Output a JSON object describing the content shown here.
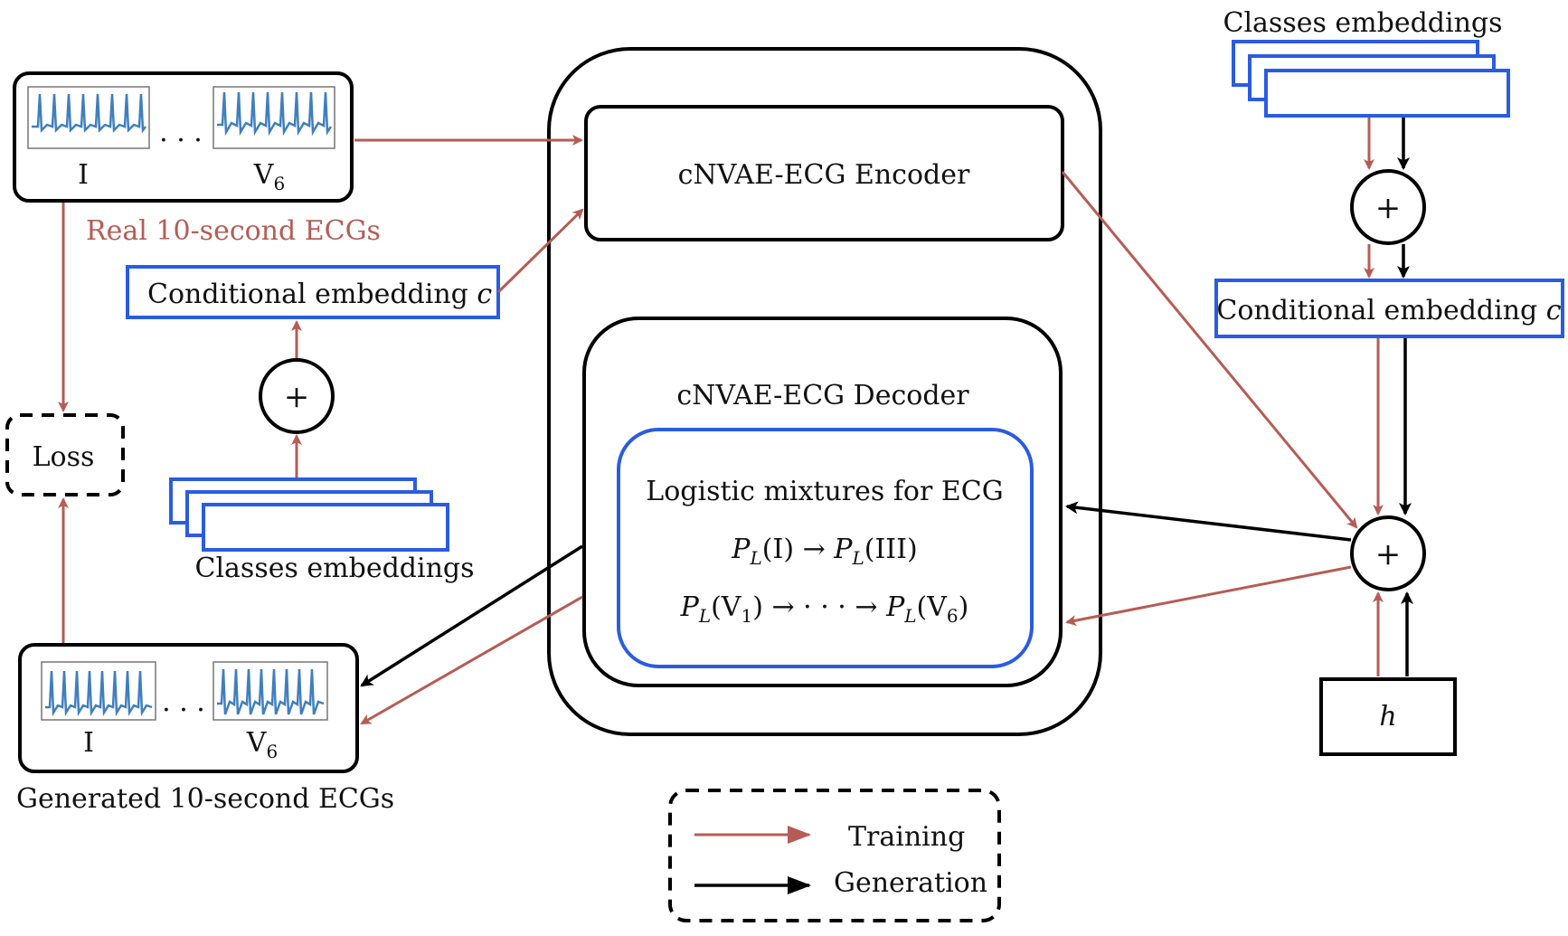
{
  "colors": {
    "training": "#b55c55",
    "generation": "#000000",
    "embedding_border": "#2b5be0",
    "ecg_trace": "#3f7fbf"
  },
  "left": {
    "real_ecgs": {
      "lead_first": "I",
      "ellipsis": "· · ·",
      "lead_last_base": "V",
      "lead_last_sub": "6",
      "caption": "Real 10-second ECGs"
    },
    "conditional_embedding": {
      "text": "Conditional embedding",
      "var": "c"
    },
    "plus": "+",
    "classes_embeddings": "Classes embeddings",
    "loss": "Loss",
    "generated_ecgs": {
      "lead_first": "I",
      "ellipsis": "· · ·",
      "lead_last_base": "V",
      "lead_last_sub": "6",
      "caption": "Generated 10-second ECGs"
    }
  },
  "center": {
    "encoder": "cNVAE-ECG Encoder",
    "decoder": "cNVAE-ECG Decoder",
    "mixtures": {
      "title": "Logistic mixtures for ECG",
      "line1": {
        "p": "P",
        "sub": "L",
        "lhs_arg": "(I)",
        "arrow": "→",
        "rhs_arg": "(III)"
      },
      "line2": {
        "p": "P",
        "sub": "L",
        "lhs_open": "(V",
        "lhs_sub": "1",
        "lhs_close": ")",
        "arrow": "→",
        "dots": "· · ·",
        "rhs_open": "(V",
        "rhs_sub": "6",
        "rhs_close": ")"
      }
    }
  },
  "right": {
    "classes_embeddings": "Classes embeddings",
    "plus_top": "+",
    "conditional_embedding": {
      "text": "Conditional embedding",
      "var": "c"
    },
    "plus_bottom": "+",
    "h": "h"
  },
  "legend": {
    "training": "Training",
    "generation": "Generation"
  }
}
